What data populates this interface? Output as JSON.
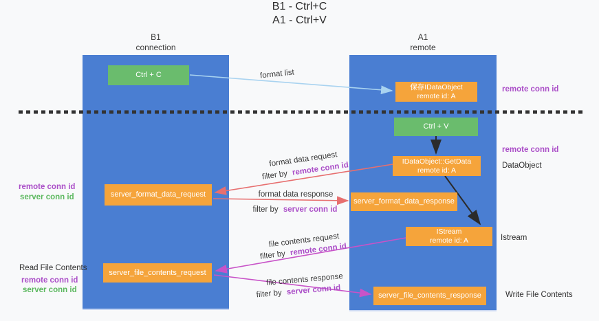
{
  "title": {
    "line1": "B1 - Ctrl+C",
    "line2": "A1 - Ctrl+V"
  },
  "lanes": {
    "left": {
      "name": "B1",
      "subtitle": "connection"
    },
    "right": {
      "name": "A1",
      "subtitle": "remote"
    }
  },
  "boxes": {
    "ctrl_c": {
      "label": "Ctrl + C"
    },
    "ctrl_v": {
      "label": "Ctrl + V"
    },
    "stored_dataobject": {
      "line1": "保存IDataObject",
      "line2": "remote id: A"
    },
    "getdata": {
      "line1": "IDataObject::GetData",
      "line2": "remote id: A"
    },
    "istream": {
      "line1": "IStream",
      "line2": "remote id: A"
    },
    "format_request": {
      "label": "server_format_data_request"
    },
    "format_response": {
      "label": "server_format_data_response"
    },
    "file_request": {
      "label": "server_file_contents_request"
    },
    "file_response": {
      "label": "server_file_contents_response"
    }
  },
  "flows": {
    "format_list": {
      "label": "format list"
    },
    "format_request": {
      "label": "format data request",
      "filter_prefix": "filter by",
      "filter_key": "remote conn id"
    },
    "format_response": {
      "label": "format data response",
      "filter_prefix": "filter by",
      "filter_key": "server conn id"
    },
    "file_request": {
      "label": "file contents request",
      "filter_prefix": "filter by",
      "filter_key": "remote conn id"
    },
    "file_response": {
      "label": "file contents response",
      "filter_prefix": "filter by",
      "filter_key": "server conn id"
    }
  },
  "left_annotations": {
    "format_remote": "remote conn id",
    "format_server": "server conn id",
    "read_file": "Read File Contents",
    "file_remote": "remote conn id",
    "file_server": "server conn id"
  },
  "right_annotations": {
    "clipboard_remote": "remote conn id",
    "paste_remote": "remote conn id",
    "dataobject": "DataObject",
    "istream": "Istream",
    "write_file": "Write File Contents"
  },
  "colors": {
    "lane_blue": "#4a7ed2",
    "box_orange": "#f5a43b",
    "box_green": "#6abc6d",
    "remote_conn_purple": "#ab4fc8",
    "server_conn_green": "#5cb85f",
    "arrow_red": "#e76f6f",
    "arrow_magenta": "#c853c8",
    "arrow_light_blue": "#a9d3f0",
    "arrow_black": "#2b2b2b",
    "separator_black": "#333333"
  }
}
